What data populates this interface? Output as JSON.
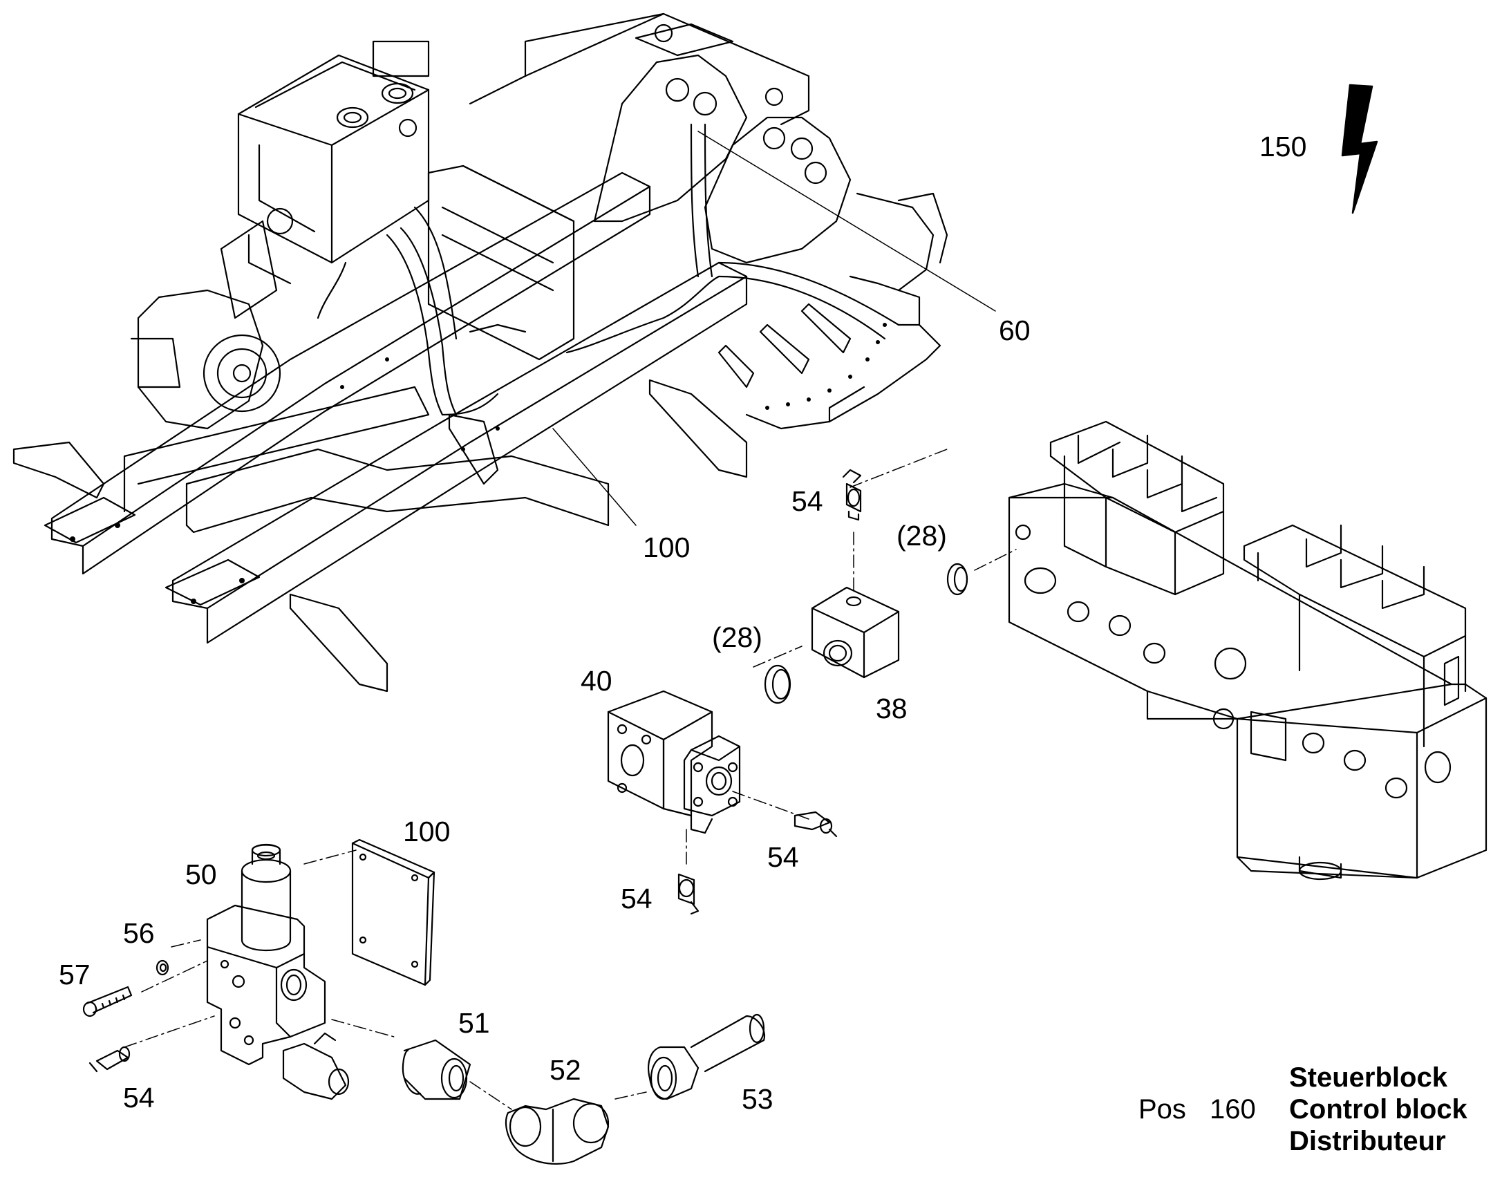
{
  "callouts": {
    "c150": "150",
    "c60": "60",
    "c100a": "100",
    "c54a": "54",
    "c28a": "(28)",
    "c28b": "(28)",
    "c40": "40",
    "c38": "38",
    "c54b": "54",
    "c54c": "54",
    "c100b": "100",
    "c50": "50",
    "c56": "56",
    "c57": "57",
    "c51": "51",
    "c52": "52",
    "c53": "53",
    "c54d": "54"
  },
  "title_block": {
    "pos_label": "Pos",
    "pos_number": "160",
    "name_de": "Steuerblock",
    "name_en": "Control block",
    "name_fr": "Distributeur"
  },
  "icons": {
    "warning": "lightning-bolt-icon"
  },
  "colors": {
    "line": "#000000",
    "background": "#ffffff"
  }
}
